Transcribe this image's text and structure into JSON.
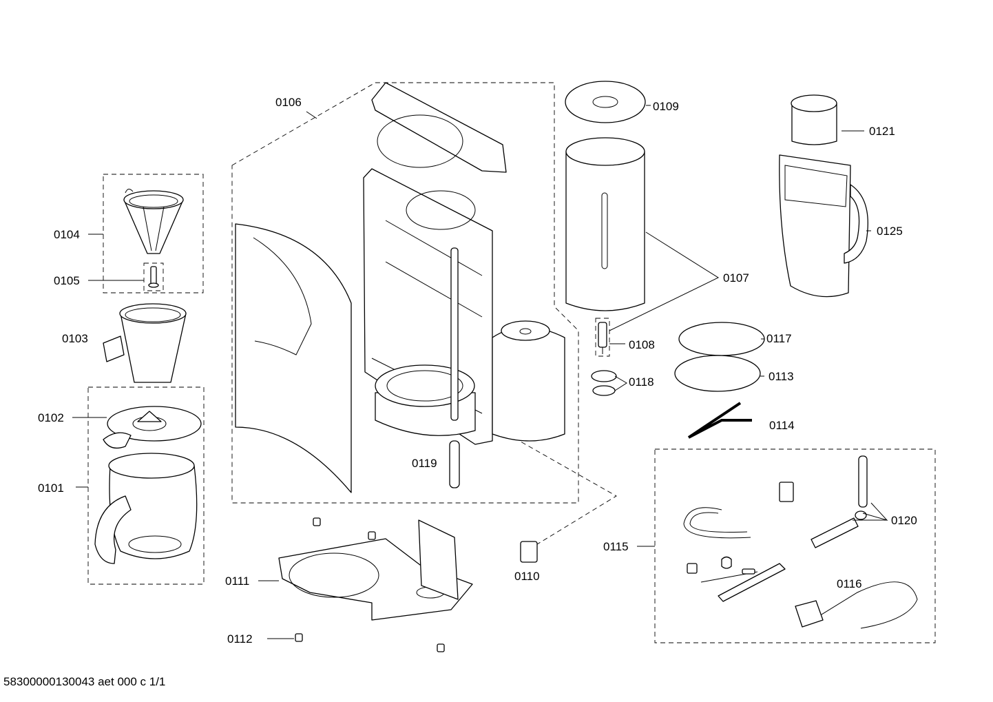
{
  "parts": [
    {
      "id": "0101"
    },
    {
      "id": "0102"
    },
    {
      "id": "0103"
    },
    {
      "id": "0104"
    },
    {
      "id": "0105"
    },
    {
      "id": "0106"
    },
    {
      "id": "0107"
    },
    {
      "id": "0108"
    },
    {
      "id": "0109"
    },
    {
      "id": "0110"
    },
    {
      "id": "0111"
    },
    {
      "id": "0112"
    },
    {
      "id": "0113"
    },
    {
      "id": "0114"
    },
    {
      "id": "0115"
    },
    {
      "id": "0116"
    },
    {
      "id": "0117"
    },
    {
      "id": "0118"
    },
    {
      "id": "0119"
    },
    {
      "id": "0120"
    },
    {
      "id": "0121"
    },
    {
      "id": "0125"
    }
  ],
  "footer": {
    "code": "58300000130043 aet 000 c 1/1"
  }
}
